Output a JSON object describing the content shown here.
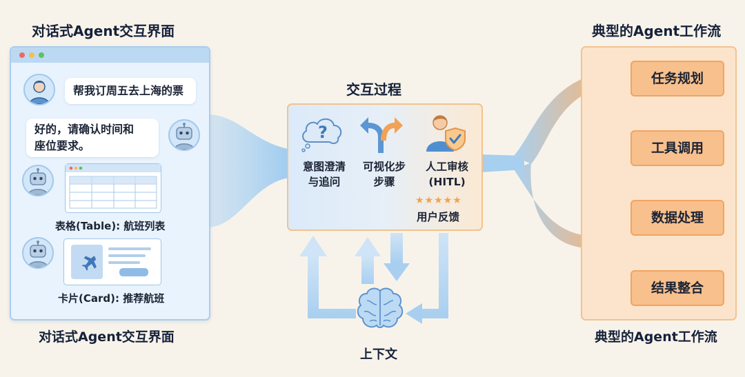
{
  "left_panel": {
    "title_top": "对话式Agent交互界面",
    "title_bottom": "对话式Agent交互界面",
    "messages": {
      "user": "帮我订周五去上海的票",
      "agent_line1": "好的，请确认时间和",
      "agent_line2": "座位要求。"
    },
    "table_caption": "表格(Table): 航班列表",
    "card_caption": "卡片(Card): 推荐航班"
  },
  "center": {
    "title": "交互过程",
    "items": [
      {
        "icon": "question-cloud-icon",
        "line1": "意图澄清",
        "line2": "与追问"
      },
      {
        "icon": "split-arrows-icon",
        "line1": "可视化步",
        "line2": "步骤"
      },
      {
        "icon": "human-shield-icon",
        "line1": "人工审核",
        "line2": "(HITL)"
      }
    ],
    "stars": "★★★★★",
    "feedback": "用户反馈",
    "context_label": "上下文"
  },
  "right_panel": {
    "title_top": "典型的Agent工作流",
    "title_bottom": "典型的Agent工作流",
    "steps": [
      "任务规划",
      "工具调用",
      "数据处理",
      "结果整合"
    ]
  },
  "colors": {
    "blue_accent": "#a9cdee",
    "orange_accent": "#f0a461",
    "background": "#f8f3ea"
  }
}
